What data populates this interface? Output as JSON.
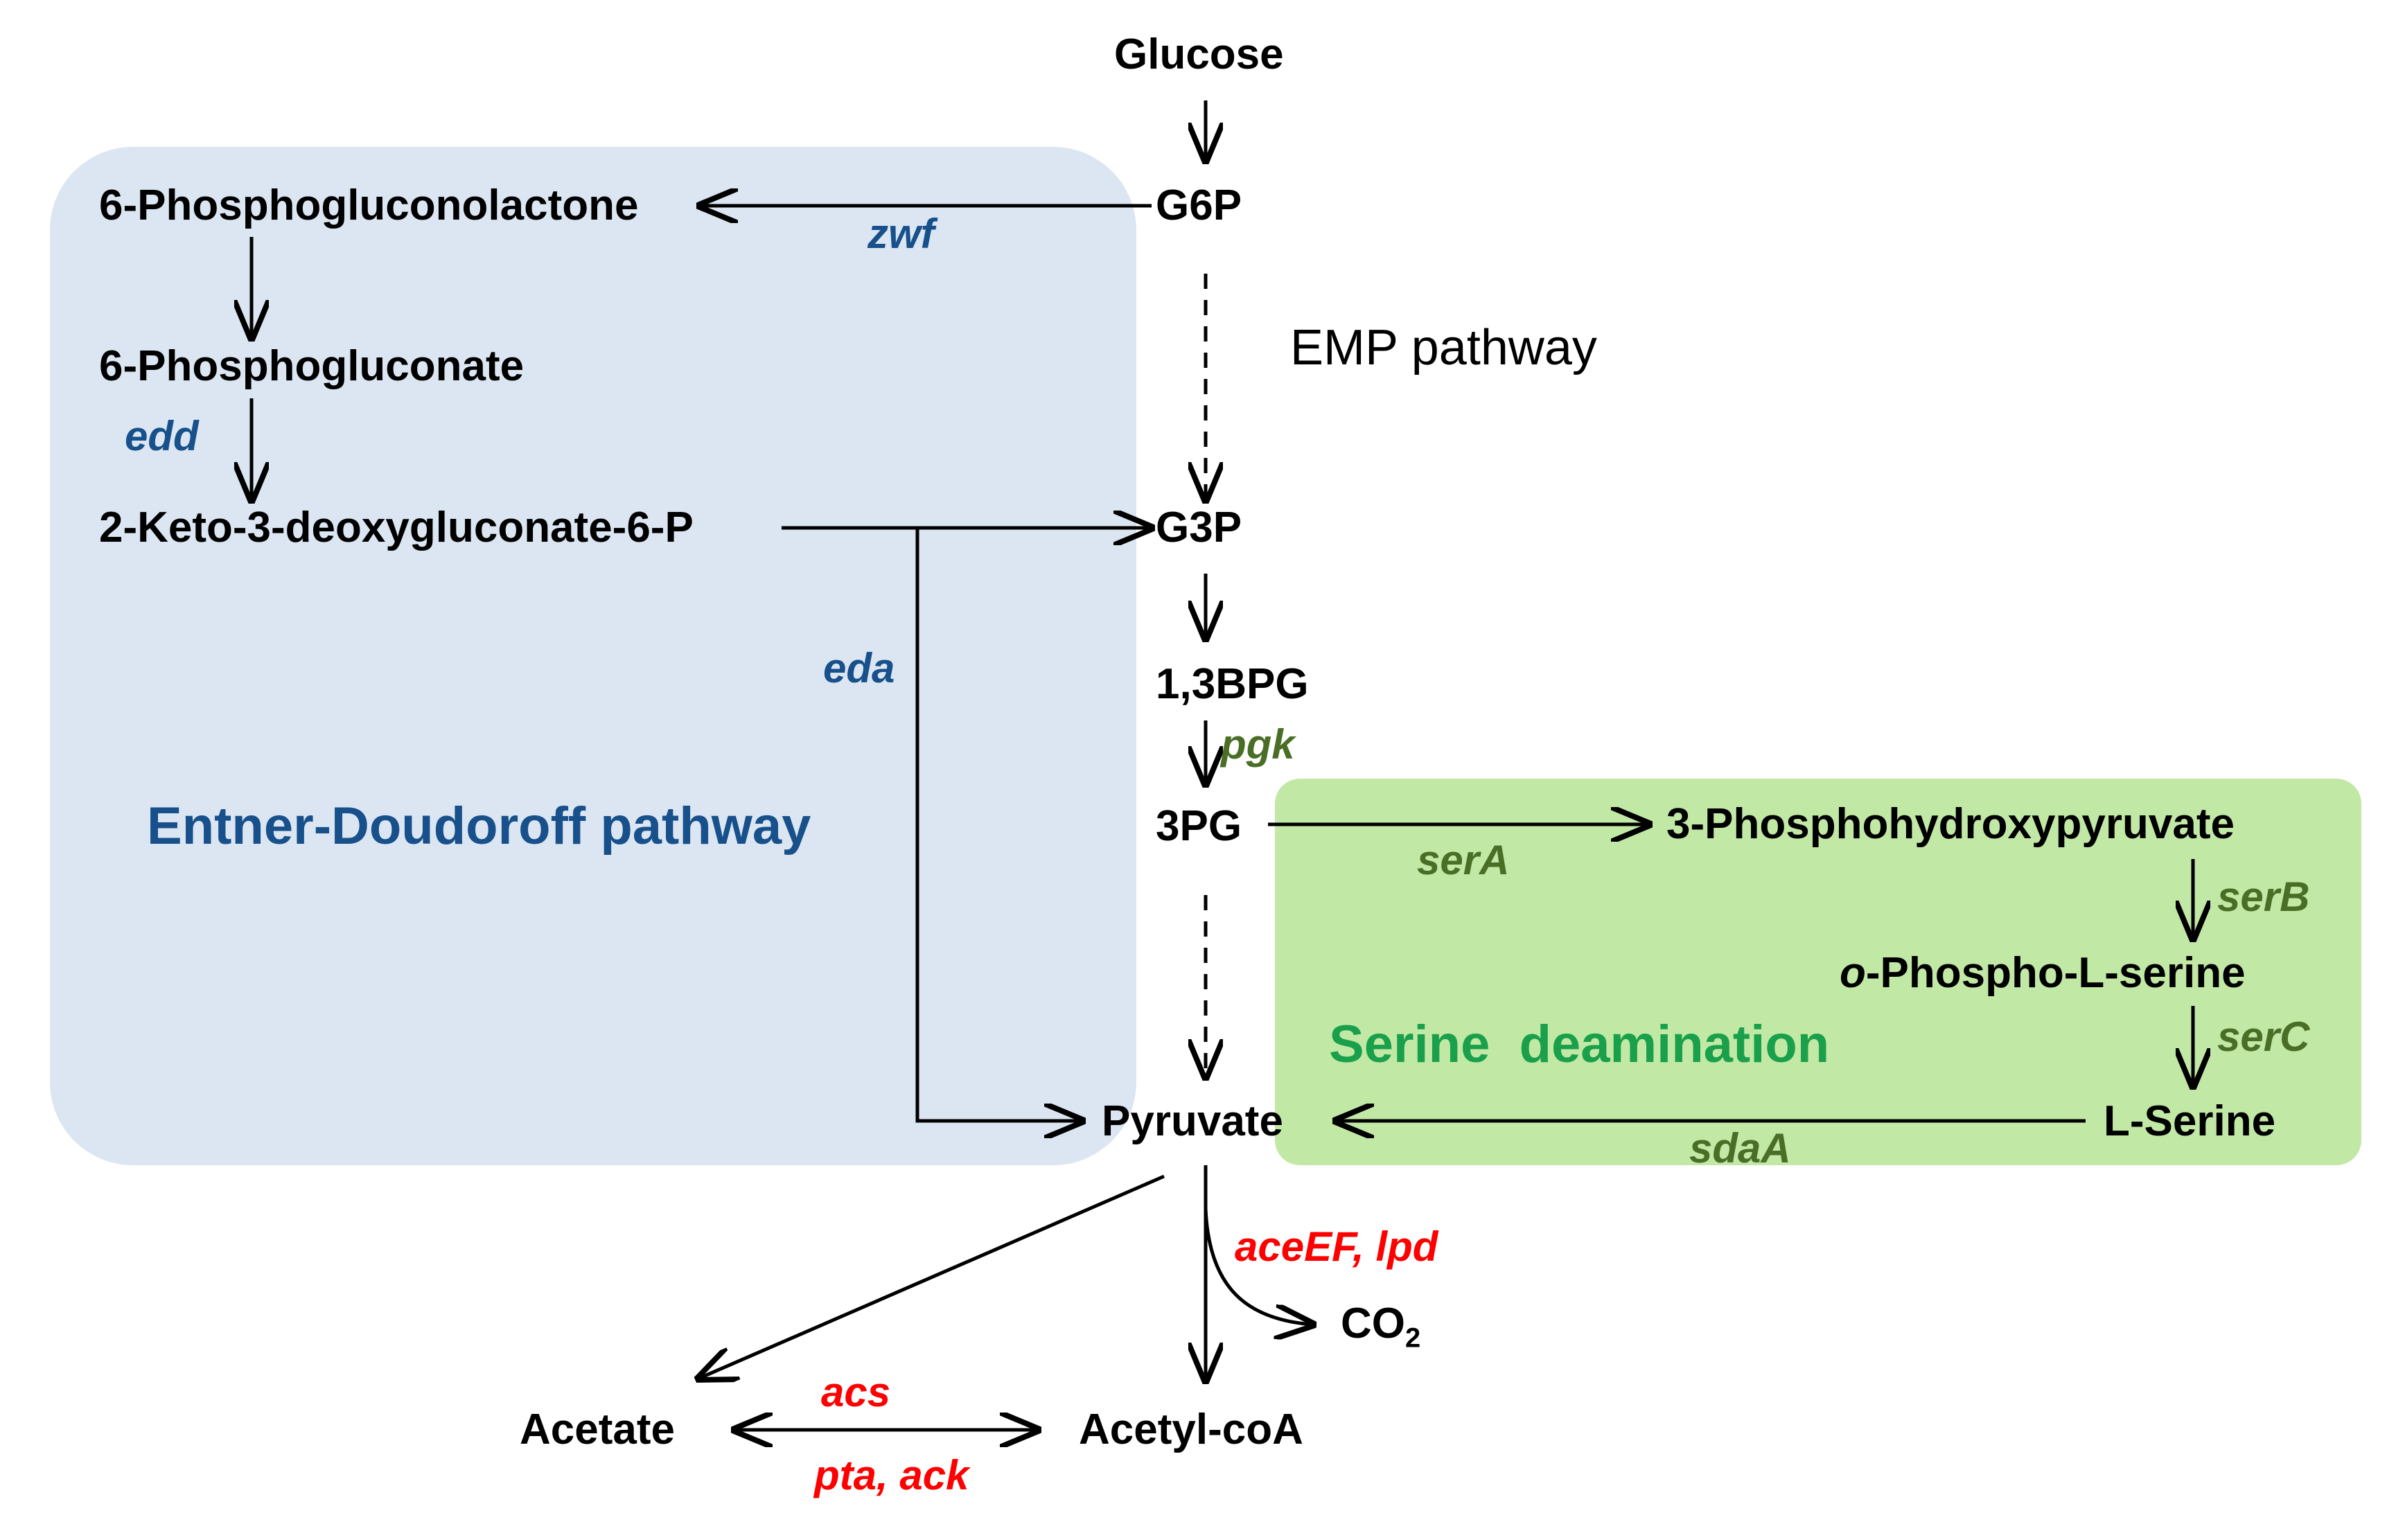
{
  "colors": {
    "ed_region": "#dbe6f2",
    "serine_region": "#c2e8a6",
    "ed_text": "#17508a",
    "serine_text": "#1aa04a",
    "green_enzyme": "#4a6e26",
    "red_enzyme": "#ff0000",
    "arrow": "#000000"
  },
  "regions": {
    "entner_doudoroff": "Entner-Doudoroff pathway",
    "serine_deamination": "Serine  deamination",
    "emp": "EMP pathway"
  },
  "metabolites": {
    "glucose": "Glucose",
    "g6p": "G6P",
    "phosphogluconolactone": "6-Phosphogluconolactone",
    "phosphogluconate": "6-Phosphogluconate",
    "kdpg": "2-Keto-3-deoxygluconate-6-P",
    "g3p": "G3P",
    "bpg": "1,3BPG",
    "pg3": "3PG",
    "phosphohydroxypyruvate": "3-Phosphohydroxypyruvate",
    "phosphoserine_prefix": "o",
    "phosphoserine_rest": "-Phospho-L-serine",
    "lserine": "L-Serine",
    "pyruvate": "Pyruvate",
    "co2": "CO",
    "co2_sub": "2",
    "acetate": "Acetate",
    "acetylcoa": "Acetyl-coA"
  },
  "enzymes": {
    "zwf": "zwf",
    "edd": "edd",
    "eda": "eda",
    "pgk": "pgk",
    "serA": "serA",
    "serB": "serB",
    "serC": "serC",
    "sdaA": "sdaA",
    "aceEF": "aceEF, lpd",
    "acs": "acs",
    "pta": "pta, ack"
  }
}
